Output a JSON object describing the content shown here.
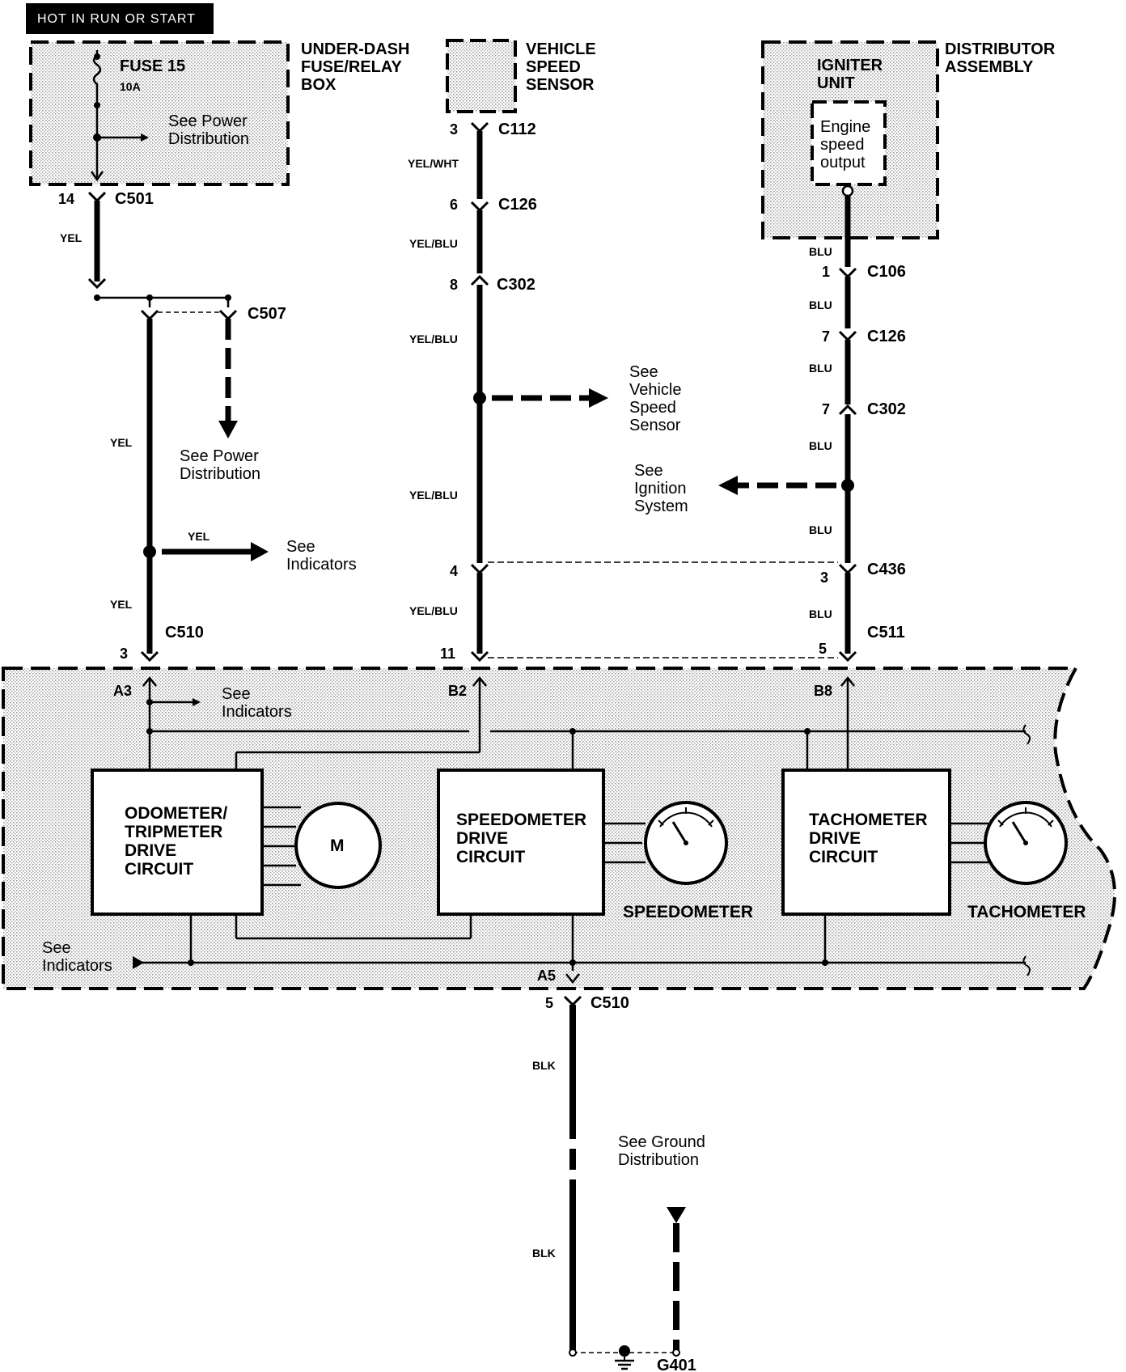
{
  "header": {
    "banner": "HOT IN RUN OR START"
  },
  "components": {
    "fuse_box": {
      "line1": "UNDER-DASH",
      "line2": "FUSE/RELAY",
      "line3": "BOX"
    },
    "fuse": {
      "name": "FUSE 15",
      "rating": "10A"
    },
    "vss": {
      "line1": "VEHICLE",
      "line2": "SPEED",
      "line3": "SENSOR"
    },
    "distributor": {
      "line1": "DISTRIBUTOR",
      "line2": "ASSEMBLY"
    },
    "igniter": {
      "line1": "IGNITER",
      "line2": "UNIT",
      "out1": "Engine",
      "out2": "speed",
      "out3": "output"
    },
    "odometer": {
      "line1": "ODOMETER/",
      "line2": "TRIPMETER",
      "line3": "DRIVE",
      "line4": "CIRCUIT",
      "motor": "M"
    },
    "speedo_circuit": {
      "line1": "SPEEDOMETER",
      "line2": "DRIVE",
      "line3": "CIRCUIT"
    },
    "tacho_circuit": {
      "line1": "TACHOMETER",
      "line2": "DRIVE",
      "line3": "CIRCUIT"
    },
    "speedometer": "SPEEDOMETER",
    "tachometer": "TACHOMETER"
  },
  "wires": {
    "yel": "YEL",
    "yel_wht": "YEL/WHT",
    "yel_blu": "YEL/BLU",
    "blu": "BLU",
    "blk": "BLK"
  },
  "connectors": {
    "c501": "C501",
    "c507": "C507",
    "c510": "C510",
    "c112": "C112",
    "c126": "C126",
    "c302": "C302",
    "c106": "C106",
    "c436": "C436",
    "c511": "C511",
    "g401": "G401"
  },
  "pins": {
    "p14": "14",
    "p3": "3",
    "p6": "6",
    "p8": "8",
    "p4": "4",
    "p11": "11",
    "p1": "1",
    "p7": "7",
    "p5": "5",
    "a3": "A3",
    "b2": "B2",
    "b8": "B8",
    "a5": "A5"
  },
  "notes": {
    "see": "See",
    "power_dist_1": "See Power",
    "power_dist_2": "Distribution",
    "indicators": "Indicators",
    "vss_1": "Vehicle",
    "vss_2": "Speed",
    "vss_3": "Sensor",
    "ign_1": "Ignition",
    "ign_2": "System",
    "gnd_1": "See Ground",
    "gnd_2": "Distribution"
  },
  "colors": {
    "ink": "#000000",
    "stipple": "#c8c8c8",
    "paper": "#ffffff"
  }
}
